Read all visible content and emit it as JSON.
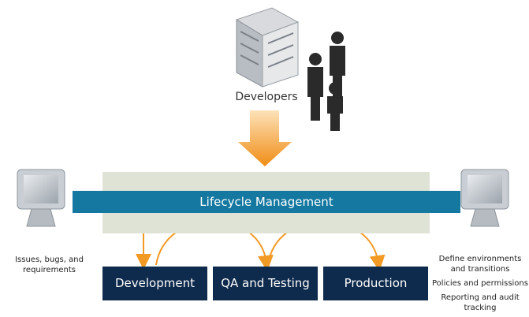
{
  "top_actor": {
    "label": "Developers"
  },
  "bar": {
    "label": "Lifecycle Management"
  },
  "stages": [
    "Development",
    "QA and Testing",
    "Production"
  ],
  "left_note": {
    "line1": "Issues, bugs, and",
    "line2": "requirements"
  },
  "right_notes": {
    "env_line1": "Define environments",
    "env_line2": "and transitions",
    "policies": "Policies and permissions",
    "report_line1": "Reporting and audit",
    "report_line2": "tracking"
  },
  "colors": {
    "bar": "#1478a0",
    "stage": "#0e2a4c",
    "arrow": "#f39a24",
    "band": "#dfe3d6"
  }
}
